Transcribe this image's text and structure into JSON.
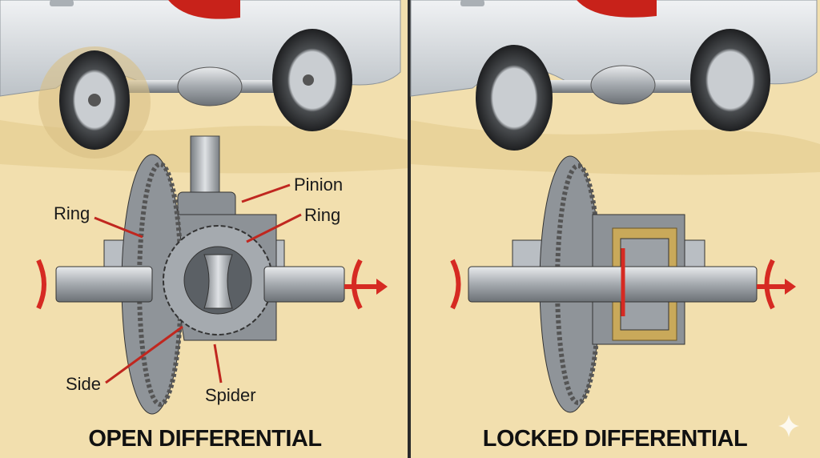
{
  "left_panel": {
    "title": "OPEN DIFFERENTIAL",
    "labels": {
      "pinion": "Pinion",
      "ring_left": "Ring",
      "ring_right": "Ring",
      "side": "Side",
      "spider": "Spider"
    }
  },
  "right_panel": {
    "title": "LOCKED DIFFERENTIAL"
  },
  "colors": {
    "sand": "#f2dfae",
    "arrow_red": "#d62a22",
    "metal": "#9ea3a8",
    "car_silver": "#d9dde0",
    "divider": "#2a2a2a"
  },
  "watermark_icon": "sparkle-icon"
}
